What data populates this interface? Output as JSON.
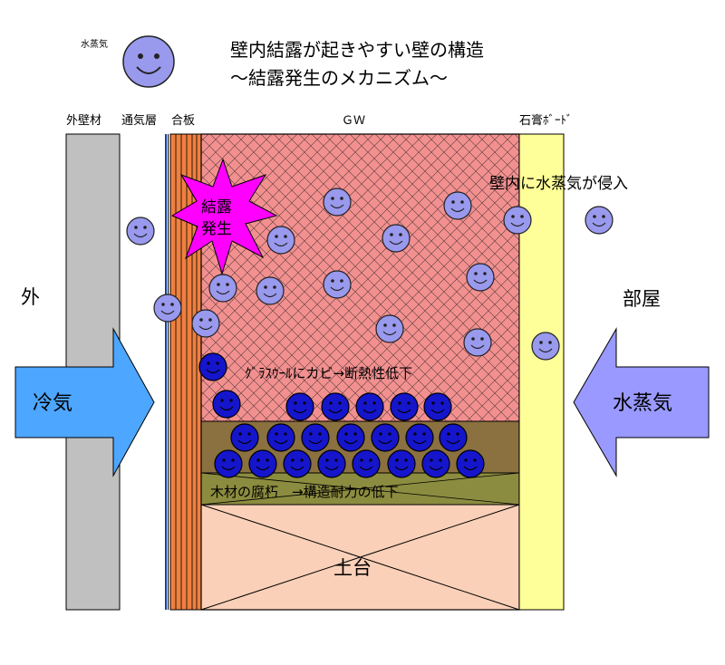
{
  "title": {
    "line1": "壁内結露が起きやすい壁の構造",
    "line2": "～結露発生のメカニズム～"
  },
  "legend": {
    "vapor_label": "水蒸気"
  },
  "layer_labels": {
    "outer_wall": "外壁材",
    "air_layer": "通気層",
    "plywood": "合板",
    "gw": "ＧＷ",
    "plasterboard": "石膏ﾎﾞｰﾄﾞ"
  },
  "side_labels": {
    "outside": "外",
    "room": "部屋"
  },
  "arrows": {
    "cold_air": "冷気",
    "vapor": "水蒸気"
  },
  "annotations": {
    "intrusion": "壁内に水蒸気が侵入",
    "condensation_line1": "結露",
    "condensation_line2": "発生",
    "mold": "ｸﾞﾗｽｳｰﾙにカビ→断熱性低下",
    "rot": "木材の腐朽　→構造耐力の低下",
    "sill": "土台"
  },
  "colors": {
    "outer_wall": "#c0c0c0",
    "plywood": "#f08040",
    "gw": "#f29090",
    "mold_layer": "#8b7040",
    "rot_layer": "#8c8c40",
    "sill": "#fbd0b8",
    "plasterboard": "#ffff99",
    "vapor_light": "#9999ee",
    "vapor_dark": "#1515cc",
    "cold_arrow": "#4da6ff",
    "vapor_arrow": "#9999ff",
    "burst": "#ff00ff"
  }
}
